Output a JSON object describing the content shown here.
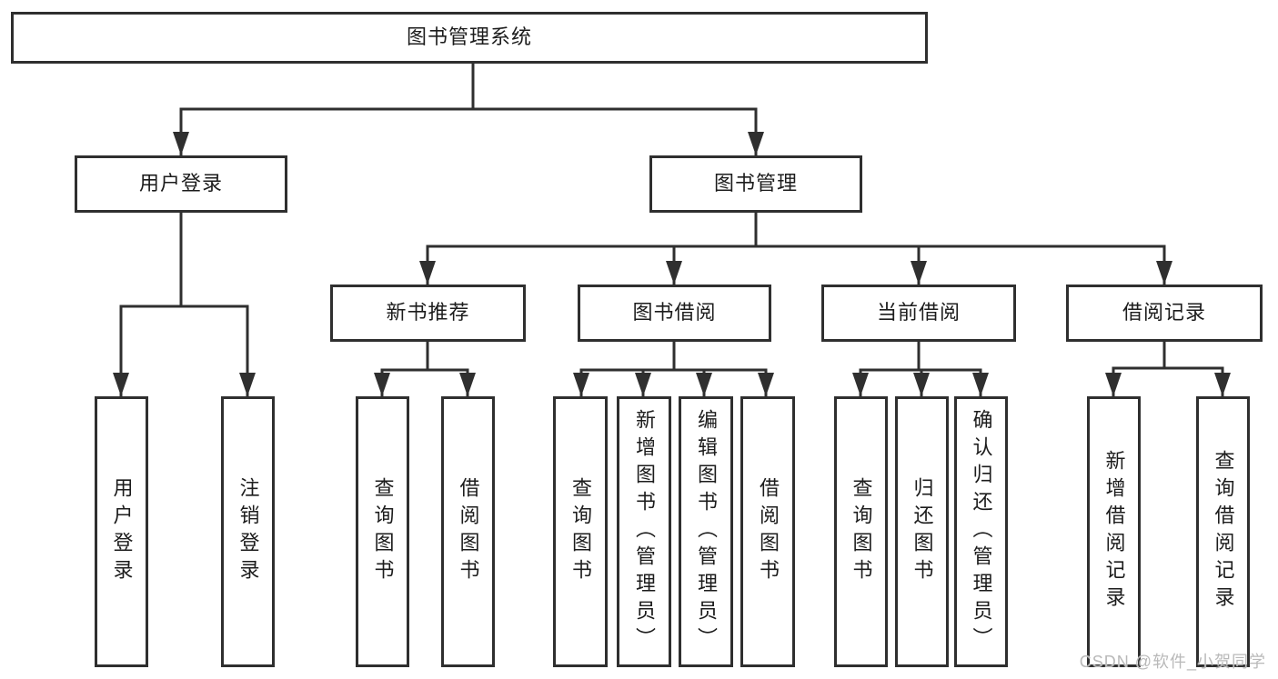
{
  "diagram": {
    "root": {
      "label": "图书管理系统",
      "children": [
        {
          "label": "用户登录",
          "children": [
            {
              "label": "用户登录"
            },
            {
              "label": "注销登录"
            }
          ]
        },
        {
          "label": "图书管理",
          "children": [
            {
              "label": "新书推荐",
              "children": [
                {
                  "label": "查询图书"
                },
                {
                  "label": "借阅图书"
                }
              ]
            },
            {
              "label": "图书借阅",
              "children": [
                {
                  "label": "查询图书"
                },
                {
                  "label": "新增图书（管理员）"
                },
                {
                  "label": "编辑图书（管理员）"
                },
                {
                  "label": "借阅图书"
                }
              ]
            },
            {
              "label": "当前借阅",
              "children": [
                {
                  "label": "查询图书"
                },
                {
                  "label": "归还图书"
                },
                {
                  "label": "确认归还（管理员）"
                }
              ]
            },
            {
              "label": "借阅记录",
              "children": [
                {
                  "label": "新增借阅记录"
                },
                {
                  "label": "查询借阅记录"
                }
              ]
            }
          ]
        }
      ]
    }
  },
  "watermark": {
    "text": "CSDN @软件_小贺同学"
  },
  "colors": {
    "line": "#2f2f2f",
    "node_border": "#2f2f2f",
    "node_background": "#ffffff",
    "text": "#1c1c1c",
    "watermark_text": "#b9b9b9"
  }
}
